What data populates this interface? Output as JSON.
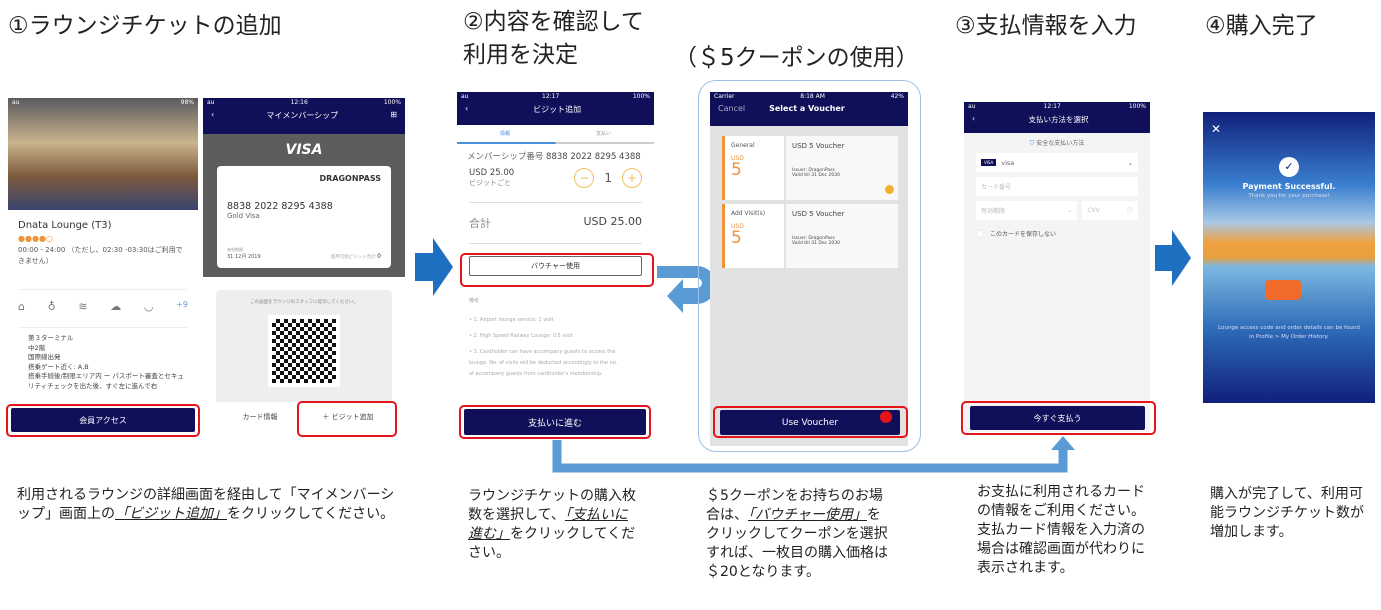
{
  "steps": [
    {
      "title": "①ラウンジチケットの追加",
      "caption_pre": "利用されるラウンジの詳細画面を経由して「マイメンバーシップ」画面上の",
      "caption_link": "「ビジット追加」",
      "caption_post": "をクリックしてください。"
    },
    {
      "title": "②内容を確認して利用を決定",
      "caption_pre": "ラウンジチケットの購入枚数を選択して、",
      "caption_link": "「支払いに進む」",
      "caption_post": "をクリックしてください。"
    },
    {
      "title": "（＄5クーポンの使用）",
      "caption_pre": "＄5クーポンをお持ちのお場合は、",
      "caption_link": "「バウチャー使用」",
      "caption_post": "をクリックしてクーポンを選択すれば、一枚目の購入価格は＄20となります。"
    },
    {
      "title": "③支払情報を入力",
      "caption": "お支払に利用されるカードの情報をご利用ください。支払カード情報を入力済の場合は確認画面が代わりに表示されます。"
    },
    {
      "title": "④購入完了",
      "caption": "購入が完了して、利用可能ラウンジチケット数が増加します。"
    }
  ],
  "lounge": {
    "status_carrier": "au",
    "status_battery": "98%",
    "name": "Dnata Lounge (T3)",
    "rating": 4,
    "hours": "00:00 - 24:00 （ただし、02:30 -03:30はご利用できません）",
    "more": "+9",
    "location": [
      "第３ターミナル",
      "中2階",
      "国際線出発",
      "搭乗ゲート近く: A,B",
      "搭乗手続後/制限エリア内 ー パスポート審査とセキュリティチェックを出た後、すぐ左に進んで右"
    ],
    "button": "会員アクセス"
  },
  "membership": {
    "time": "12:16",
    "battery": "100%",
    "title": "マイメンバーシップ",
    "card_brand": "VISA",
    "issuer": "DRAGONPASS",
    "card_number": "8838 2022 8295 4388",
    "card_type": "Gold Visa",
    "expiry_label": "有効期限",
    "expiry": "31 12月 2019",
    "visits_label": "使用可能ビジット合計",
    "visits": "0",
    "qr_note": "この画面をラウンジのスタッフに提示してください。",
    "card_info": "カード情報",
    "add_visit": "＋ ビジット追加"
  },
  "visit": {
    "time": "12:17",
    "battery": "100%",
    "title": "ビジット追加",
    "tab_info": "情報",
    "tab_pay": "支払い",
    "member_label": "メンバーシップ番号",
    "member_no": "8838 2022 8295 4388",
    "price": "USD 25.00",
    "per": "ビジットごと",
    "qty": "1",
    "total_label": "合計",
    "total": "USD 25.00",
    "voucher_btn": "バウチャー使用",
    "notes_label": "備考",
    "notes": [
      "1. Airport lounge service: 1 visit",
      "2. High Speed Railway Lounge: 0.5 visit",
      "3. Cardholder can have accompany guests to access the lounge. No. of visits will be deducted accordingly to the no. of accompany guests from cardholder's membership."
    ],
    "button": "支払いに進む"
  },
  "voucher": {
    "carrier": "Carrier",
    "time": "8:18 AM",
    "battery": "42%",
    "cancel": "Cancel",
    "title": "Select a Voucher",
    "items": [
      {
        "type": "General",
        "currency": "USD",
        "amount": "5",
        "name": "USD 5 Voucher",
        "issuer": "Issuer: DragonPass",
        "valid": "Valid till 31 Dec 2030"
      },
      {
        "type": "Add Visit(s)",
        "currency": "USD",
        "amount": "5",
        "name": "USD 5 Voucher",
        "issuer": "Issuer: DragonPass",
        "valid": "Valid till 31 Dec 2030"
      }
    ],
    "button": "Use Voucher"
  },
  "payment": {
    "time": "12:17",
    "battery": "100%",
    "title": "支払い方法を選択",
    "secure": "安全な支払い方法",
    "card_badge": "VISA",
    "card": "visa",
    "card_no_ph": "カード番号",
    "expiry_ph": "有効期限",
    "cvv_ph": "CVV",
    "save": "このカードを保存しない",
    "button": "今すぐ支払う"
  },
  "success": {
    "title": "Payment Successful.",
    "sub": "Thank you for your purchase!",
    "note": "Lounge access code and order details can be found in Profile > My Order History."
  },
  "colors": {
    "navy": "#10105a",
    "highlight": "#e5141b",
    "arrow": "#1f6fc0",
    "connector": "#5b9bd5",
    "orange": "#f0923a"
  }
}
